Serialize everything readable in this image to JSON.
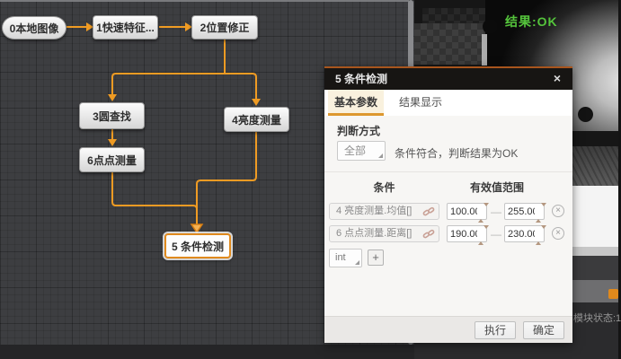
{
  "colors": {
    "accent_orange": "#ef9b23",
    "selected_node_border": "#e08a1e",
    "tab_underline": "#dd982f",
    "result_green": "#55c43c"
  },
  "canvas": {
    "nodes": [
      {
        "label": "0本地图像"
      },
      {
        "label": "1快速特征..."
      },
      {
        "label": "2位置修正"
      },
      {
        "label": "3圆查找"
      },
      {
        "label": "4亮度测量"
      },
      {
        "label": "6点点测量"
      },
      {
        "label": "5 条件检测"
      }
    ]
  },
  "preview": {
    "result_text": "结果:OK",
    "status_text": "模块状态:1"
  },
  "dialog": {
    "title": "5 条件检测",
    "close_label": "×",
    "tabs": [
      {
        "label": "基本参数"
      },
      {
        "label": "结果显示"
      }
    ],
    "judge": {
      "section_label": "判断方式",
      "mode_value": "全部",
      "description": "条件符合，判断结果为OK"
    },
    "conditions": {
      "col_condition": "条件",
      "col_range": "有效值范围",
      "dash": "—",
      "rows": [
        {
          "name": "4 亮度测量.均值[]",
          "min": "100.00",
          "max": "255.00"
        },
        {
          "name": "6 点点测量.距离[]",
          "min": "190.00",
          "max": "230.00"
        }
      ],
      "add_type_value": "int",
      "add_button_label": "+",
      "delete_label": "×"
    },
    "footer": {
      "execute_label": "执行",
      "confirm_label": "确定"
    }
  }
}
